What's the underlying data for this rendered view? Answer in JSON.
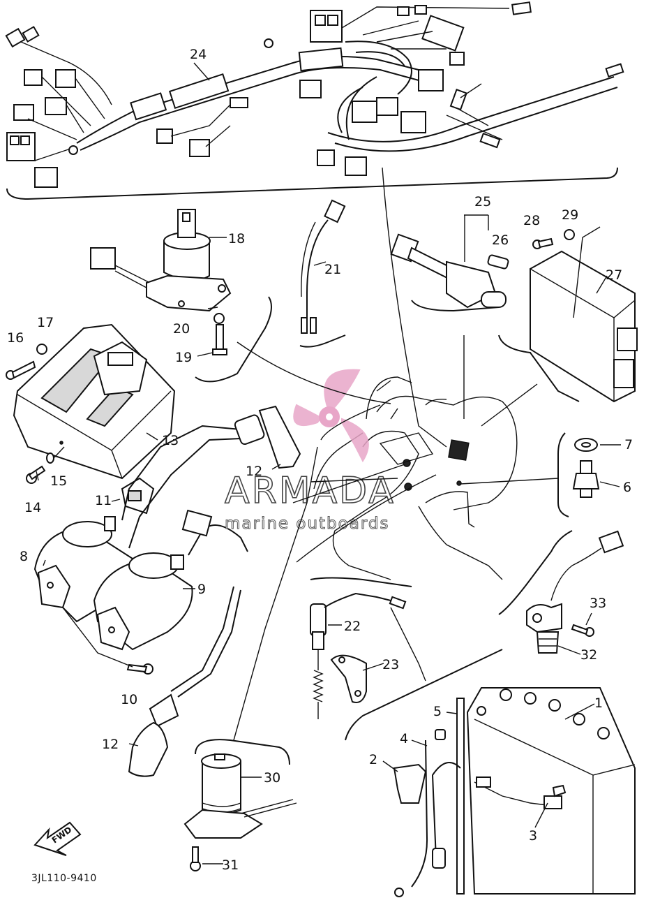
{
  "diagram_code": "3JL110-9410",
  "watermark": {
    "brand": "ARMADA",
    "tagline": "marine outboards",
    "accent_color": "#e8a6c8"
  },
  "fwd_label": "FWD",
  "callouts": {
    "c1": "1",
    "c2": "2",
    "c3": "3",
    "c4": "4",
    "c5": "5",
    "c6": "6",
    "c7": "7",
    "c8": "8",
    "c9": "9",
    "c10": "10",
    "c11": "11",
    "c12a": "12",
    "c12b": "12",
    "c13": "13",
    "c14": "14",
    "c15": "15",
    "c16": "16",
    "c17": "17",
    "c18": "18",
    "c19": "19",
    "c20": "20",
    "c21": "21",
    "c22": "22",
    "c23": "23",
    "c24": "24",
    "c25": "25",
    "c26": "26",
    "c27": "27",
    "c28": "28",
    "c29": "29",
    "c30": "30",
    "c31": "31",
    "c32": "32",
    "c33": "33"
  }
}
